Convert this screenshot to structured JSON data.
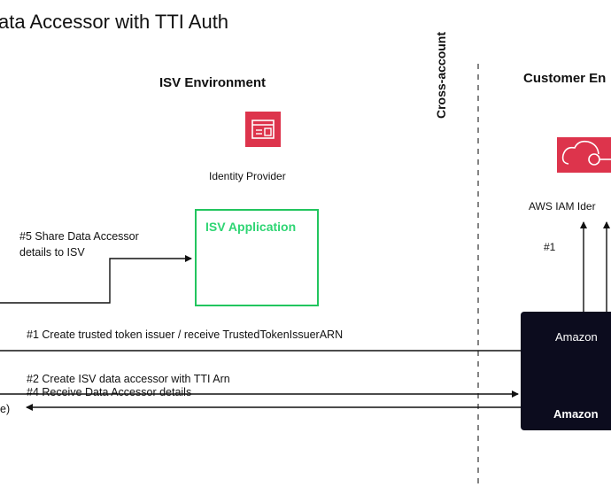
{
  "title": "ata Accessor with TTI Auth",
  "isv_environment": "ISV Environment",
  "customer_environment": "Customer En",
  "identity_provider": "Identity Provider",
  "isv_application": "ISV Application",
  "share_step": "#5 Share Data Accessor\ndetails to ISV",
  "cross_account": "Cross-account",
  "aws_iam": "AWS IAM Ider",
  "num1": "#1",
  "step1": "#1 Create trusted token issuer / receive TrustedTokenIssuerARN",
  "step2": "#2 Create ISV data accessor with TTI Arn",
  "step4": "#4 Receive Data Accessor details",
  "paren": "e)",
  "amazon_top": "Amazon",
  "amazon_bottom": "Amazon",
  "colors": {
    "idp_red": "#dd344c",
    "isv_green": "#22c55e",
    "dark_box": "#0c0c1e",
    "q_blue": "#3b82f6"
  },
  "icons": [
    "identity-provider-icon",
    "application-window-icon",
    "iam-identity-center-icon",
    "amazon-q-icon",
    "database-icon"
  ]
}
